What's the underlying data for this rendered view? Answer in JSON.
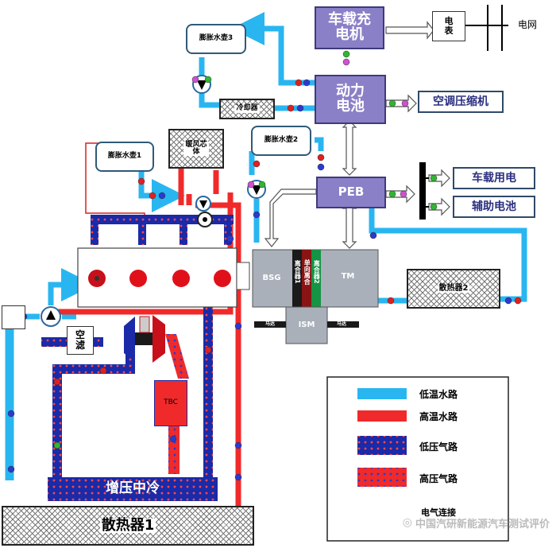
{
  "labels": {
    "charger": "车载充电机",
    "meter": "电表",
    "grid": "电网",
    "battery": "动力电池",
    "ac_compressor": "空调压缩机",
    "peb": "PEB",
    "onboard_power": "车载用电",
    "aux_battery": "辅助电池",
    "tank3": "膨胀水壶3",
    "tank2": "膨胀水壶2",
    "tank1": "膨胀水壶1",
    "chiller": "冷却器",
    "warm_core": "暖风芯体",
    "radiator2": "散热器2",
    "radiator1": "散热器1",
    "intercooler": "增压中冷",
    "air_filter": "空滤",
    "bsg": "BSG",
    "tm": "TM",
    "ism": "ISM",
    "clutch1": "离合器1",
    "clutch2": "离合器2",
    "clutch_mid": "单向离合",
    "tbc": "TBC",
    "motor_small_left": "马达",
    "motor_small_right": "马达"
  },
  "legend": [
    {
      "label": "低温水路",
      "color": "#29b6f0"
    },
    {
      "label": "高温水路",
      "color": "#f02a2a"
    },
    {
      "label": "低压气路",
      "color": "#1a2aa8"
    },
    {
      "label": "高压气路",
      "color": "#f02a2a"
    },
    {
      "label": "电气连接",
      "color": "#ffffff"
    }
  ],
  "watermark": "中国汽研新能源汽车测试评价",
  "colors": {
    "low_temp_water": "#29b6f0",
    "high_temp_water": "#f02a2a",
    "low_pressure_air": "#1a2aa8",
    "high_pressure_air": "#f02a2a",
    "module_fill": "#8a80c8"
  }
}
